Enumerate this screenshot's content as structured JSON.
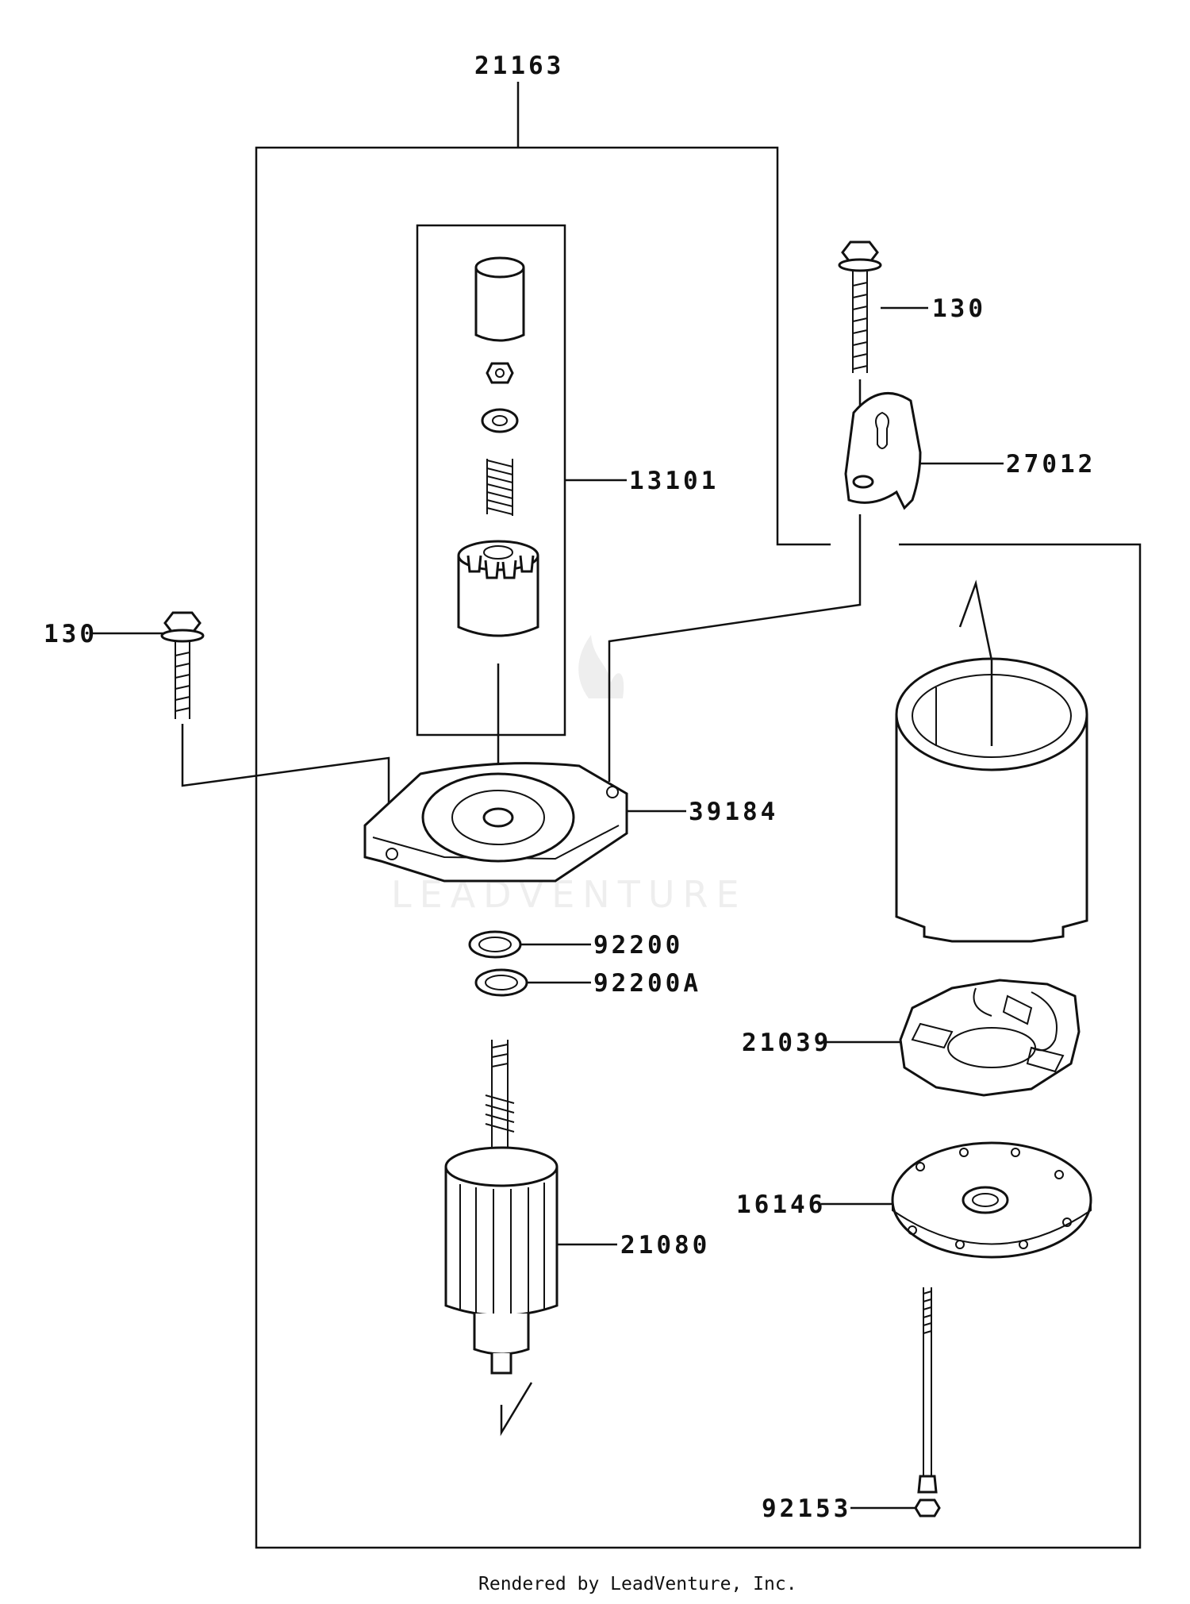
{
  "labels": {
    "p21163": "21163",
    "p130_top": "130",
    "p27012": "27012",
    "p13101": "13101",
    "p130_left": "130",
    "p39184": "39184",
    "p92200": "92200",
    "p92200A": "92200A",
    "p21039": "21039",
    "p16146": "16146",
    "p21080": "21080",
    "p92153": "92153"
  },
  "watermark": "LEADVENTURE",
  "footer": "Rendered by LeadVenture, Inc."
}
